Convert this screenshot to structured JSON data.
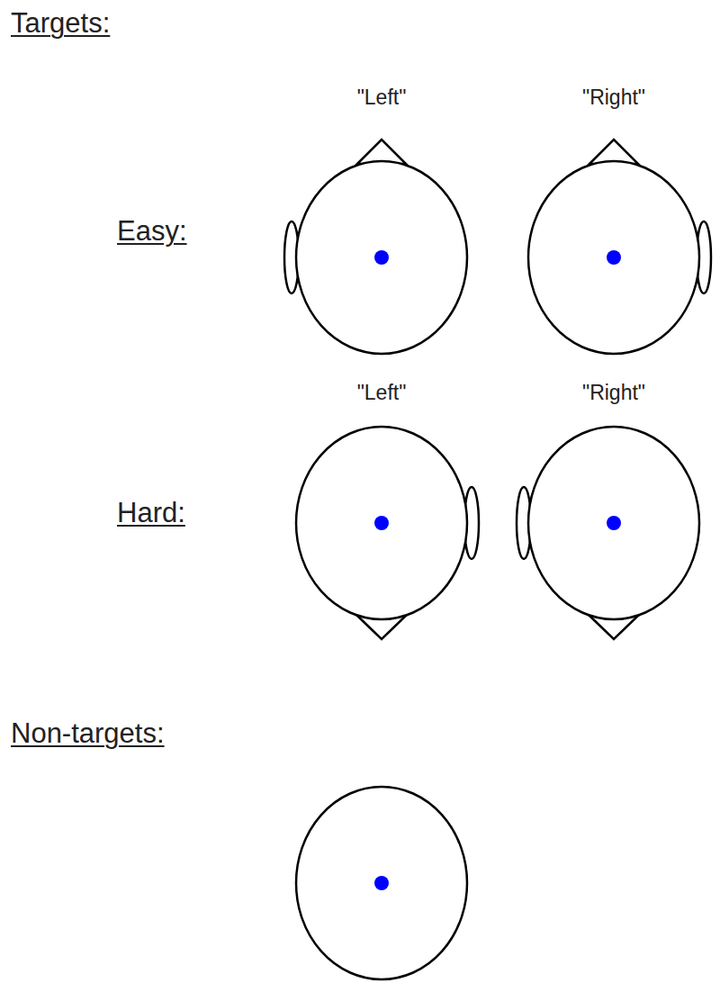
{
  "diagram": {
    "labels": [
      "Targets:",
      "\"Left\"",
      "\"Right\"",
      "Easy:",
      "\"Left\"",
      "\"Right\"",
      "Hard:",
      "Non-targets:"
    ]
  }
}
